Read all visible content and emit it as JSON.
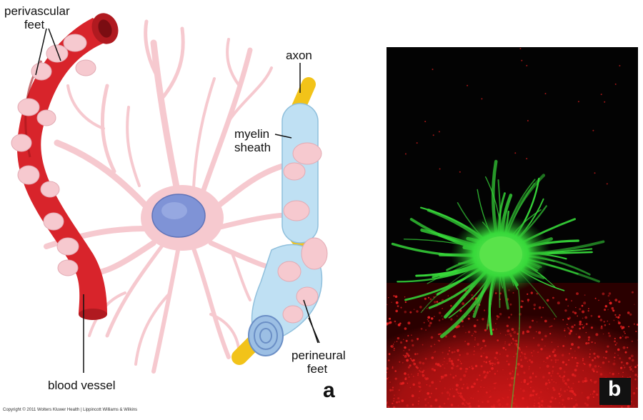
{
  "labels": {
    "perivascular": [
      "perivascular",
      "feet"
    ],
    "axon": "axon",
    "myelin": [
      "myelin",
      "sheath"
    ],
    "blood_vessel": "blood vessel",
    "perineural": [
      "perineural",
      "feet"
    ]
  },
  "panel_a_letter": "a",
  "panel_b_letter": "b",
  "copyright": "Copyright © 2011 Wolters Kluwer Health | Lippincott Williams & Wilkins",
  "colors": {
    "vessel": "#d8242b",
    "astrocyte": "#f6c9cf",
    "nucleus": "#7f93d6",
    "myelin": "#bfe0f3",
    "axon": "#f2c319",
    "micrograph_cell": "#37d83a",
    "micrograph_background": "#d01818"
  },
  "icons": [
    "astrocyte-illustration",
    "fluorescence-micrograph"
  ]
}
